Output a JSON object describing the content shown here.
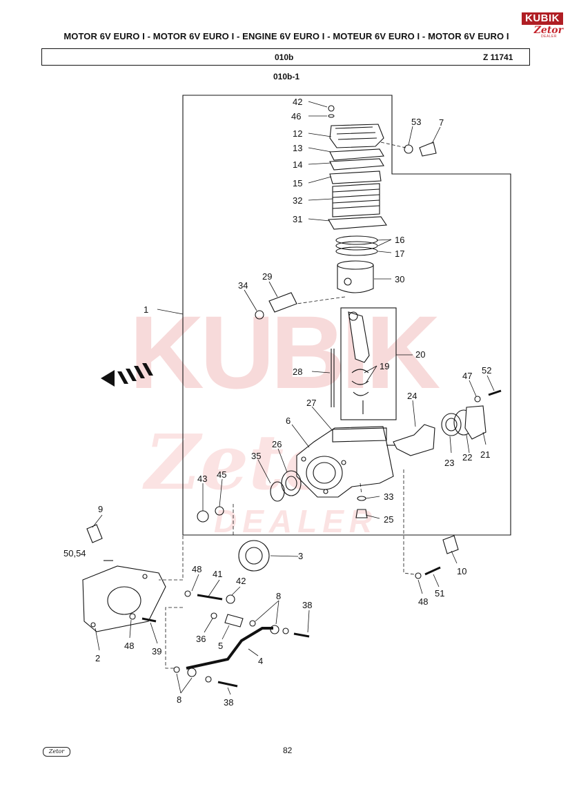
{
  "header": {
    "title": "MOTOR 6V EURO I - MOTOR 6V EURO I - ENGINE 6V EURO I - MOTEUR 6V EURO I - MOTOR 6V EURO I",
    "sheet_code": "010b",
    "sheet_number": "Z 11741",
    "sub_code": "010b-1"
  },
  "logo": {
    "brand": "KUBIK",
    "partner": "Zetor",
    "tag": "DEALER"
  },
  "watermark": {
    "brand": "KUBIK",
    "partner": "Zetor",
    "tag": "DEALER"
  },
  "footer": {
    "page_number": "82",
    "logo_text": "Zetor"
  },
  "callouts": {
    "c42a": "42",
    "c46": "46",
    "c12": "12",
    "c13": "13",
    "c14": "14",
    "c15": "15",
    "c32": "32",
    "c31": "31",
    "c53": "53",
    "c7": "7",
    "c16": "16",
    "c17": "17",
    "c30": "30",
    "c29": "29",
    "c34": "34",
    "c1": "1",
    "c20": "20",
    "c19": "19",
    "c28": "28",
    "c47": "47",
    "c52": "52",
    "c27": "27",
    "c24": "24",
    "c6": "6",
    "c26": "26",
    "c35": "35",
    "c43": "43",
    "c45": "45",
    "c23": "23",
    "c22": "22",
    "c21": "21",
    "c33": "33",
    "c25": "25",
    "c9": "9",
    "c5054": "50,54",
    "c3": "3",
    "c10": "10",
    "c48a": "48",
    "c41": "41",
    "c42b": "42",
    "c51": "51",
    "c48b": "48",
    "c8a": "8",
    "c38a": "38",
    "c36": "36",
    "c5": "5",
    "c2": "2",
    "c48c": "48",
    "c39": "39",
    "c4": "4",
    "c8b": "8",
    "c38b": "38"
  }
}
